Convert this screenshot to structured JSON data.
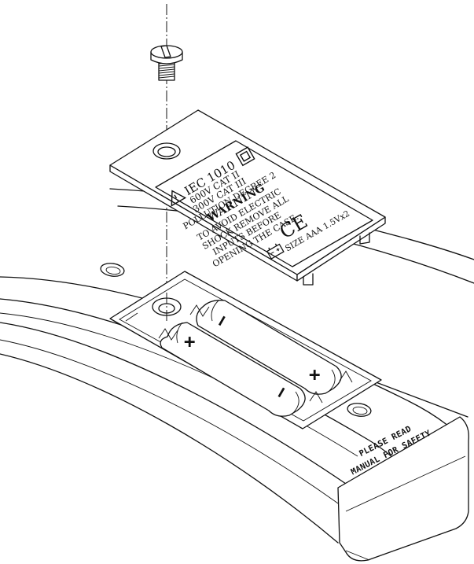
{
  "cover_label": {
    "standard": "IEC 1010",
    "cat_600": "600V CAT II",
    "cat_300": "300V CAT III",
    "pollution": "POLLUTION DEGREE 2",
    "warning_title": "WARNING",
    "warning_line1": "TO AVOID ELECTRIC",
    "warning_line2": "SHOCK REMOVE ALL",
    "warning_line3": "INPUTS BEFORE",
    "warning_line4": "OPENING THE CASE.",
    "ce_mark": "CE",
    "battery_size": "SIZE AAA 1.5Vx2"
  },
  "battery_polarity": {
    "battery1_plus": "+",
    "battery1_minus": "−",
    "battery2_plus": "+",
    "battery2_minus": "−"
  },
  "case_label": {
    "line1": "PLEASE READ",
    "line2": "MANUAL FOR SAFETY"
  },
  "icons": [
    "warning-triangle-icon",
    "double-insulation-icon",
    "battery-icon",
    "screw-icon"
  ]
}
